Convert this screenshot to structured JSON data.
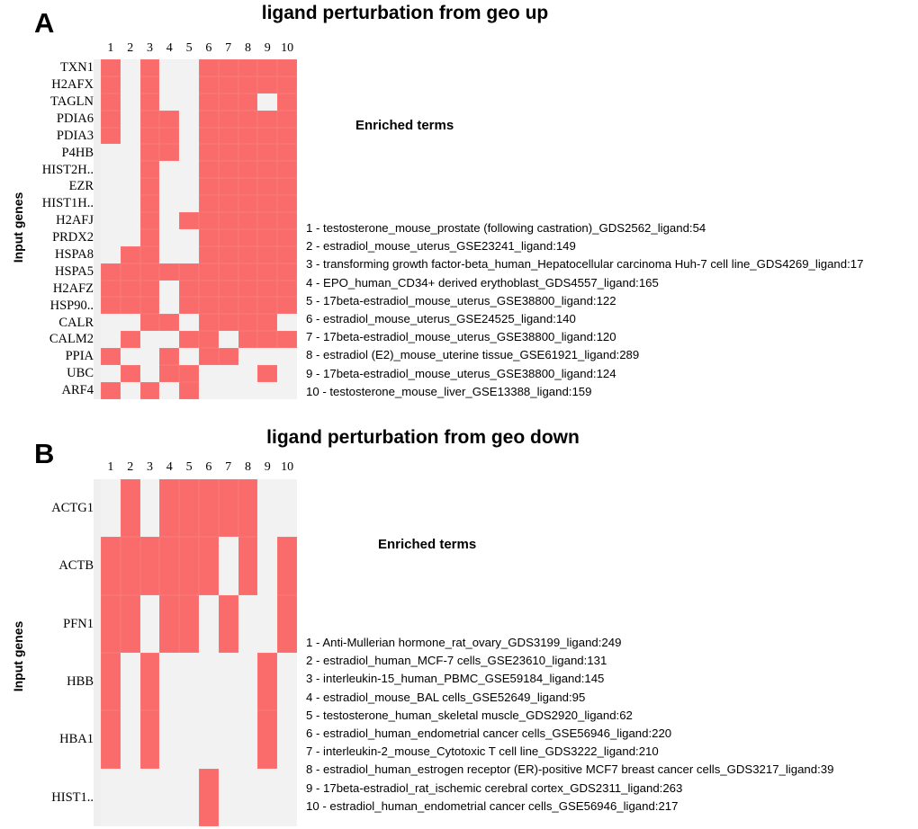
{
  "figure": {
    "panels": [
      {
        "letter": "A",
        "title": "ligand perturbation from geo up",
        "y_axis_label": "Input genes",
        "terms_header": "Enriched terms",
        "columns": [
          "1",
          "2",
          "3",
          "4",
          "5",
          "6",
          "7",
          "8",
          "9",
          "10"
        ],
        "genes": [
          "TXN1",
          "H2AFX",
          "TAGLN",
          "PDIA6",
          "PDIA3",
          "P4HB",
          "HIST2H..",
          "EZR",
          "HIST1H..",
          "H2AFJ",
          "PRDX2",
          "HSPA8",
          "HSPA5",
          "H2AFZ",
          "HSP90..",
          "CALR",
          "CALM2",
          "PPIA",
          "UBC",
          "ARF4"
        ],
        "matrix": [
          [
            1,
            0,
            1,
            0,
            0,
            1,
            1,
            1,
            1,
            1
          ],
          [
            1,
            0,
            1,
            0,
            0,
            1,
            1,
            1,
            1,
            1
          ],
          [
            1,
            0,
            1,
            0,
            0,
            1,
            1,
            1,
            0,
            1
          ],
          [
            1,
            0,
            1,
            1,
            0,
            1,
            1,
            1,
            1,
            1
          ],
          [
            1,
            0,
            1,
            1,
            0,
            1,
            1,
            1,
            1,
            1
          ],
          [
            0,
            0,
            1,
            1,
            0,
            1,
            1,
            1,
            1,
            1
          ],
          [
            0,
            0,
            1,
            0,
            0,
            1,
            1,
            1,
            1,
            1
          ],
          [
            0,
            0,
            1,
            0,
            0,
            1,
            1,
            1,
            1,
            1
          ],
          [
            0,
            0,
            1,
            0,
            0,
            1,
            1,
            1,
            1,
            1
          ],
          [
            0,
            0,
            1,
            0,
            1,
            1,
            1,
            1,
            1,
            1
          ],
          [
            0,
            0,
            1,
            0,
            0,
            1,
            1,
            1,
            1,
            1
          ],
          [
            0,
            1,
            1,
            0,
            0,
            1,
            1,
            1,
            1,
            1
          ],
          [
            1,
            1,
            1,
            1,
            1,
            1,
            1,
            1,
            1,
            1
          ],
          [
            1,
            1,
            1,
            0,
            1,
            1,
            1,
            1,
            1,
            1
          ],
          [
            1,
            1,
            1,
            0,
            1,
            1,
            1,
            1,
            1,
            1
          ],
          [
            0,
            0,
            1,
            1,
            0,
            1,
            1,
            1,
            1,
            0
          ],
          [
            0,
            1,
            0,
            0,
            1,
            1,
            0,
            1,
            1,
            1
          ],
          [
            1,
            0,
            0,
            1,
            0,
            1,
            1,
            0,
            0,
            0
          ],
          [
            0,
            1,
            0,
            1,
            1,
            0,
            0,
            0,
            1,
            0
          ],
          [
            1,
            0,
            1,
            0,
            1,
            0,
            0,
            0,
            0,
            0
          ]
        ],
        "terms": [
          "1 - testosterone_mouse_prostate (following castration)_GDS2562_ligand:54",
          "2 - estradiol_mouse_uterus_GSE23241_ligand:149",
          "3 - transforming growth factor-beta_human_Hepatocellular carcinoma Huh-7 cell line_GDS4269_ligand:17",
          "4 - EPO_human_CD34+ derived erythoblast_GDS4557_ligand:165",
          "5 - 17beta-estradiol_mouse_uterus_GSE38800_ligand:122",
          "6 - estradiol_mouse_uterus_GSE24525_ligand:140",
          "7 - 17beta-estradiol_mouse_uterus_GSE38800_ligand:120",
          "8 - estradiol (E2)_mouse_uterine tissue_GSE61921_ligand:289",
          "9 - 17beta-estradiol_mouse_uterus_GSE38800_ligand:124",
          "10 - testosterone_mouse_liver_GSE13388_ligand:159"
        ]
      },
      {
        "letter": "B",
        "title": "ligand perturbation from geo down",
        "y_axis_label": "Input genes",
        "terms_header": "Enriched terms",
        "columns": [
          "1",
          "2",
          "3",
          "4",
          "5",
          "6",
          "7",
          "8",
          "9",
          "10"
        ],
        "genes": [
          "ACTG1",
          "ACTB",
          "PFN1",
          "HBB",
          "HBA1",
          "HIST1.."
        ],
        "matrix": [
          [
            0,
            1,
            0,
            1,
            1,
            1,
            1,
            1,
            0,
            0
          ],
          [
            1,
            1,
            1,
            1,
            1,
            1,
            0,
            1,
            0,
            1
          ],
          [
            1,
            1,
            0,
            1,
            1,
            0,
            1,
            0,
            0,
            1
          ],
          [
            1,
            0,
            1,
            0,
            0,
            0,
            0,
            0,
            1,
            0
          ],
          [
            1,
            0,
            1,
            0,
            0,
            0,
            0,
            0,
            1,
            0
          ],
          [
            0,
            0,
            0,
            0,
            0,
            1,
            0,
            0,
            0,
            0
          ]
        ],
        "terms": [
          "1 - Anti-Mullerian hormone_rat_ovary_GDS3199_ligand:249",
          "2 - estradiol_human_MCF-7 cells_GSE23610_ligand:131",
          "3 - interleukin-15_human_PBMC_GSE59184_ligand:145",
          "4 - estradiol_mouse_BAL cells_GSE52649_ligand:95",
          "5 - testosterone_human_skeletal muscle_GDS2920_ligand:62",
          "6 - estradiol_human_endometrial cancer cells_GSE56946_ligand:220",
          "7 - interleukin-2_mouse_Cytotoxic T cell line_GDS3222_ligand:210",
          "8 - estradiol_human_estrogen receptor (ER)-positive MCF7 breast cancer cells_GDS3217_ligand:39",
          "9 - 17beta-estradiol_rat_ischemic cerebral cortex_GDS2311_ligand:263",
          "10 - estradiol_human_endometrial cancer cells_GSE56946_ligand:217"
        ]
      }
    ],
    "colors": {
      "cell_on": "#fa6b6b",
      "cell_off": "#f2f2f2",
      "text": "#000000",
      "background": "#ffffff"
    }
  }
}
